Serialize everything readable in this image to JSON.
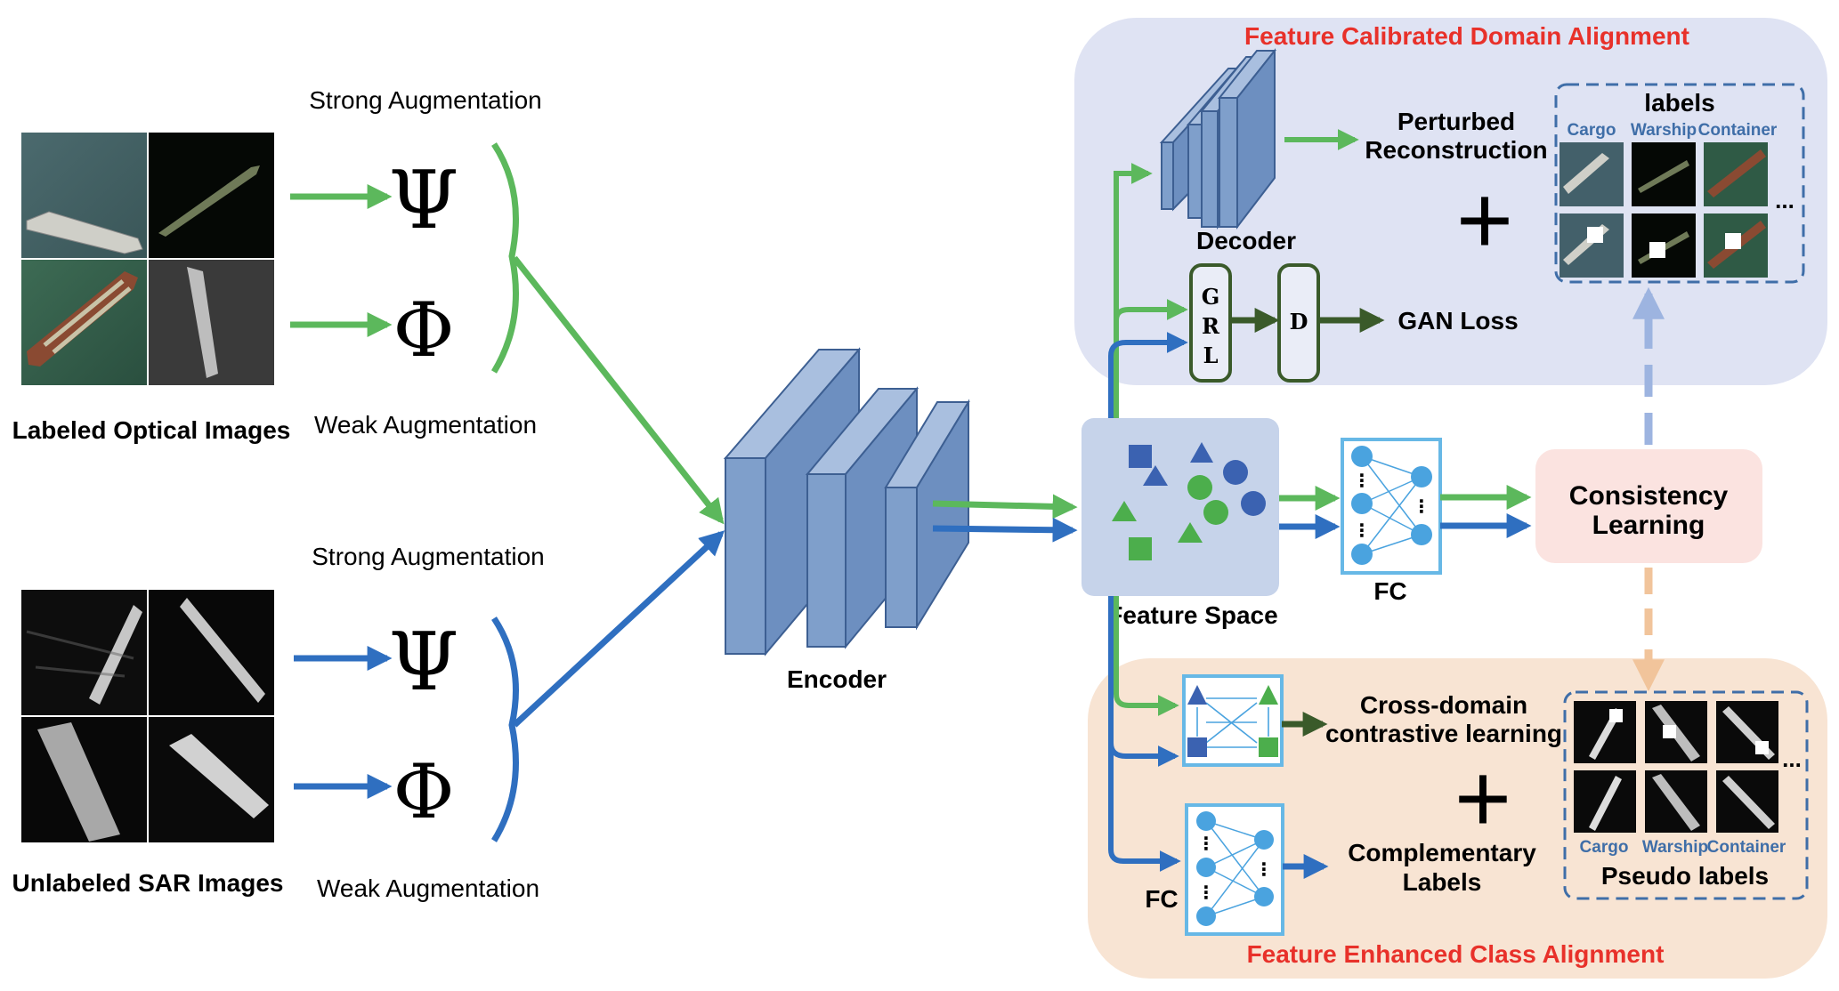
{
  "augment": {
    "strong_top": "Strong Augmentation",
    "weak_top": "Weak Augmentation",
    "strong_bottom": "Strong Augmentation",
    "weak_bottom": "Weak Augmentation",
    "psi": "Ψ",
    "phi": "Φ"
  },
  "inputs": {
    "optical_label": "Labeled Optical Images",
    "sar_label": "Unlabeled SAR Images"
  },
  "encoder": {
    "label": "Encoder"
  },
  "feature_space": {
    "label": "Feature Space"
  },
  "fc": {
    "center_label": "FC",
    "bottom_label": "FC",
    "ellipsis": "⋮"
  },
  "consistency": {
    "line1": "Consistency",
    "line2": "Learning"
  },
  "domain_alignment": {
    "title": "Feature Calibrated Domain Alignment",
    "decoder_label": "Decoder",
    "perturbed_line1": "Perturbed",
    "perturbed_line2": "Reconstruction",
    "grl_g": "G",
    "grl_r": "R",
    "grl_l": "L",
    "disc": "D",
    "gan_loss": "GAN Loss",
    "labels_title": "labels",
    "class_cargo": "Cargo",
    "class_warship": "Warship",
    "class_container": "Container",
    "more": "...",
    "plus": "+"
  },
  "class_alignment": {
    "title": "Feature Enhanced Class Alignment",
    "contrastive_line1": "Cross-domain",
    "contrastive_line2": "contrastive learning",
    "complementary_line1": "Complementary",
    "complementary_line2": "Labels",
    "pseudo_title": "Pseudo labels",
    "class_cargo": "Cargo",
    "class_warship": "Warship",
    "class_container": "Container",
    "more": "...",
    "plus": "+"
  },
  "colors": {
    "title_red": "#e8312a",
    "green_arrow": "#5cb85c",
    "blue_arrow": "#2f6fc0",
    "dark_green": "#3a5a2a",
    "panel_blue": "#dfe3f3",
    "panel_peach": "#f8e4d3",
    "consistency_pink": "#fbe3e0",
    "feature_box": "#c6d3ea",
    "block_blue": "#7f9fcb",
    "block_edge": "#3d5f92",
    "label_blue": "#3f6ea8"
  }
}
